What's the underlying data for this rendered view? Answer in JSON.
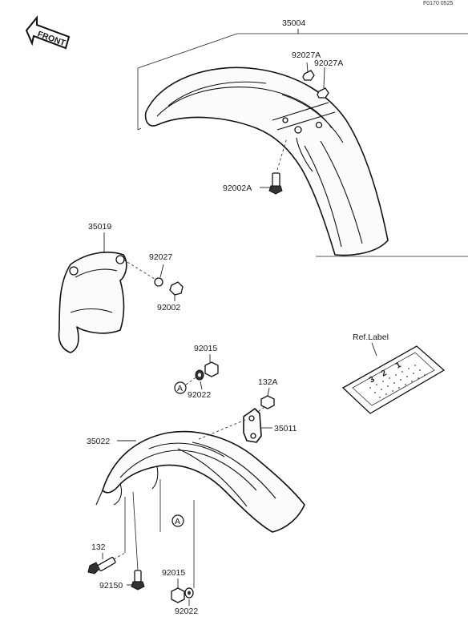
{
  "corner_code": "F0170 0525",
  "front_arrow": "FRONT",
  "ref_label": {
    "title": "Ref.Label",
    "digits": [
      "3",
      "2",
      "1"
    ]
  },
  "callout_A": "A",
  "parts": {
    "p35004": "35004",
    "p92027A_1": "92027A",
    "p92027A_2": "92027A",
    "p92002A": "92002A",
    "p35019": "35019",
    "p92027": "92027",
    "p92002": "92002",
    "p92015_top": "92015",
    "p92022_top": "92022",
    "p132A": "132A",
    "p35011": "35011",
    "p35022": "35022",
    "p132": "132",
    "p92150": "92150",
    "p92015_bottom": "92015",
    "p92022_bottom": "92022"
  }
}
